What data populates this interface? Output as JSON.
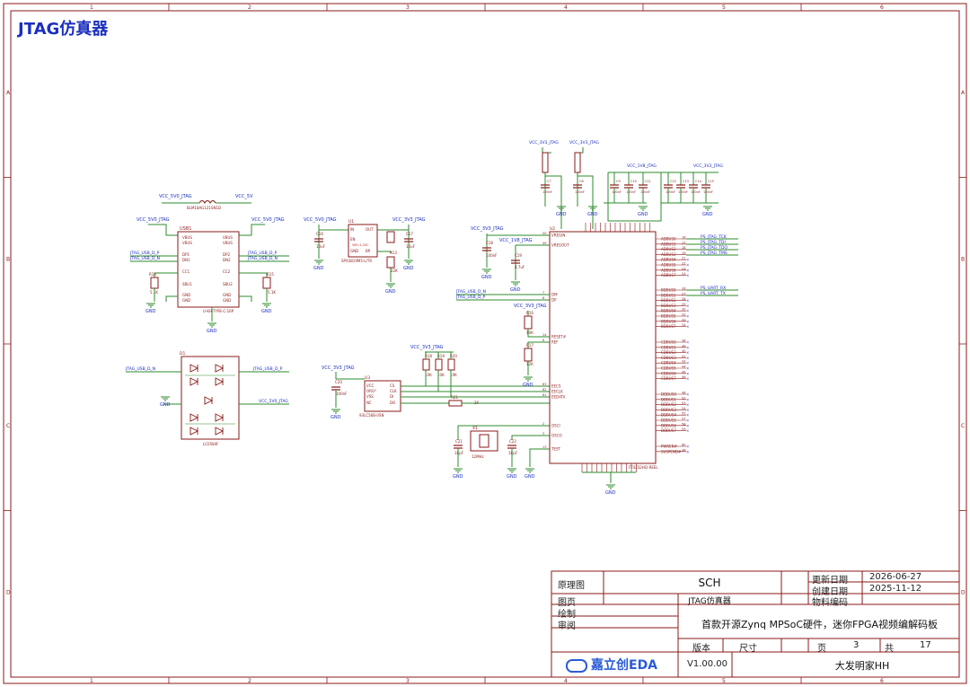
{
  "sheet_title": "JTAG仿真器",
  "frame": {
    "columns": [
      "1",
      "2",
      "3",
      "4",
      "5",
      "6"
    ],
    "rows": [
      "A",
      "B",
      "C",
      "D"
    ]
  },
  "components": {
    "ldo": {
      "ref": "U1",
      "pins": [
        "IN",
        "EN",
        "GND",
        "OUT",
        "BP"
      ],
      "part": "SPX3819M5-L/TR",
      "note": "VM=1.20C"
    },
    "usb": {
      "ref": "USB1",
      "part": "U-KH-TYPE-C-16P",
      "pins_left": [
        "VBUS",
        "VBUS",
        "DP1",
        "DN1",
        "CC1",
        "SBU1",
        "GND",
        "GND"
      ],
      "pins_right": [
        "VBUS",
        "VBUS",
        "DP2",
        "DN2",
        "CC2",
        "SBU2",
        "GND",
        "GND"
      ]
    },
    "esd": {
      "ref": "D1",
      "part": "LC0584F"
    },
    "eeprom": {
      "ref": "U3",
      "part": "93LC56B-I/SN",
      "pins_left": [
        "VCC",
        "ORG*",
        "VSS",
        "NC"
      ],
      "pins_right": [
        "CS",
        "CLK",
        "DI",
        "DO"
      ]
    },
    "crystal": {
      "ref": "X1",
      "part": "12MHz"
    },
    "ftdi": {
      "ref": "U2",
      "part": "FT4232HQ-REEL",
      "left_pins": [
        "VREGIN",
        "VREGOUT",
        "DM",
        "DP",
        "RESET#",
        "REF",
        "EECS",
        "EECLK",
        "EEDATA",
        "OSCI",
        "OSCO",
        "TEST"
      ],
      "left_nums": [
        "50",
        "49",
        "7",
        "8",
        "14",
        "6",
        "63",
        "62",
        "61",
        "2",
        "3",
        "13"
      ],
      "right_pins": [
        "ADBUS0",
        "ADBUS1",
        "ADBUS2",
        "ADBUS3",
        "ADBUS4",
        "ADBUS5",
        "ADBUS6",
        "ADBUS7",
        "BDBUS0",
        "BDBUS1",
        "BDBUS2",
        "BDBUS3",
        "BDBUS4",
        "BDBUS5",
        "BDBUS6",
        "BDBUS7",
        "CDBUS0",
        "CDBUS1",
        "CDBUS2",
        "CDBUS3",
        "CDBUS4",
        "CDBUS5",
        "CDBUS6",
        "CDBUS7",
        "DDBUS0",
        "DDBUS1",
        "DDBUS2",
        "DDBUS3",
        "DDBUS4",
        "DDBUS5",
        "DDBUS6",
        "DDBUS7",
        "PWREN#",
        "SUSPEND#"
      ],
      "right_nums": [
        "16",
        "17",
        "18",
        "19",
        "21",
        "22",
        "23",
        "24",
        "26",
        "27",
        "28",
        "29",
        "30",
        "32",
        "33",
        "34",
        "38",
        "39",
        "40",
        "41",
        "43",
        "44",
        "45",
        "46",
        "48",
        "52",
        "53",
        "54",
        "55",
        "57",
        "58",
        "59",
        "60",
        "36"
      ]
    }
  },
  "nets": {
    "vcc_3v3": "VCC_3V3_JTAG",
    "vcc_5v": "VCC_5V",
    "vcc_5v0": "VCC_5V0_JTAG",
    "vcc_1v8": "VCC_1V8_JTAG",
    "usb_dp": "JTAG_USB_D_P",
    "usb_dn": "JTAG_USB_D_N",
    "gnd": "GND",
    "tck": "PS_JTAG_TCK",
    "tdi": "PS_JTAG_TDI",
    "tdo": "PS_JTAG_TDO",
    "tms": "PS_JTAG_TMS",
    "uart_rx": "PS_UART_RX",
    "uart_tx": "PS_UART_TX"
  },
  "title_block": {
    "label_schematic": "原理图",
    "sch": "SCH",
    "label_update": "更新日期",
    "update_date": "2026-06-27",
    "label_create": "创建日期",
    "create_date": "2025-11-12",
    "label_page": "图页",
    "page_name": "JTAG仿真器",
    "label_material": "物料编码",
    "label_drawn": "绘制",
    "label_review": "审阅",
    "project": "首款开源Zynq MPSoC硬件，迷你FPGA视频编解码板",
    "label_version": "版本",
    "label_size": "尺寸",
    "label_sheet": "页",
    "sheet_no": "3",
    "label_total": "共",
    "total": "17",
    "brand": "嘉立创EDA",
    "version": "V1.00.00",
    "author": "大发明家HH"
  }
}
